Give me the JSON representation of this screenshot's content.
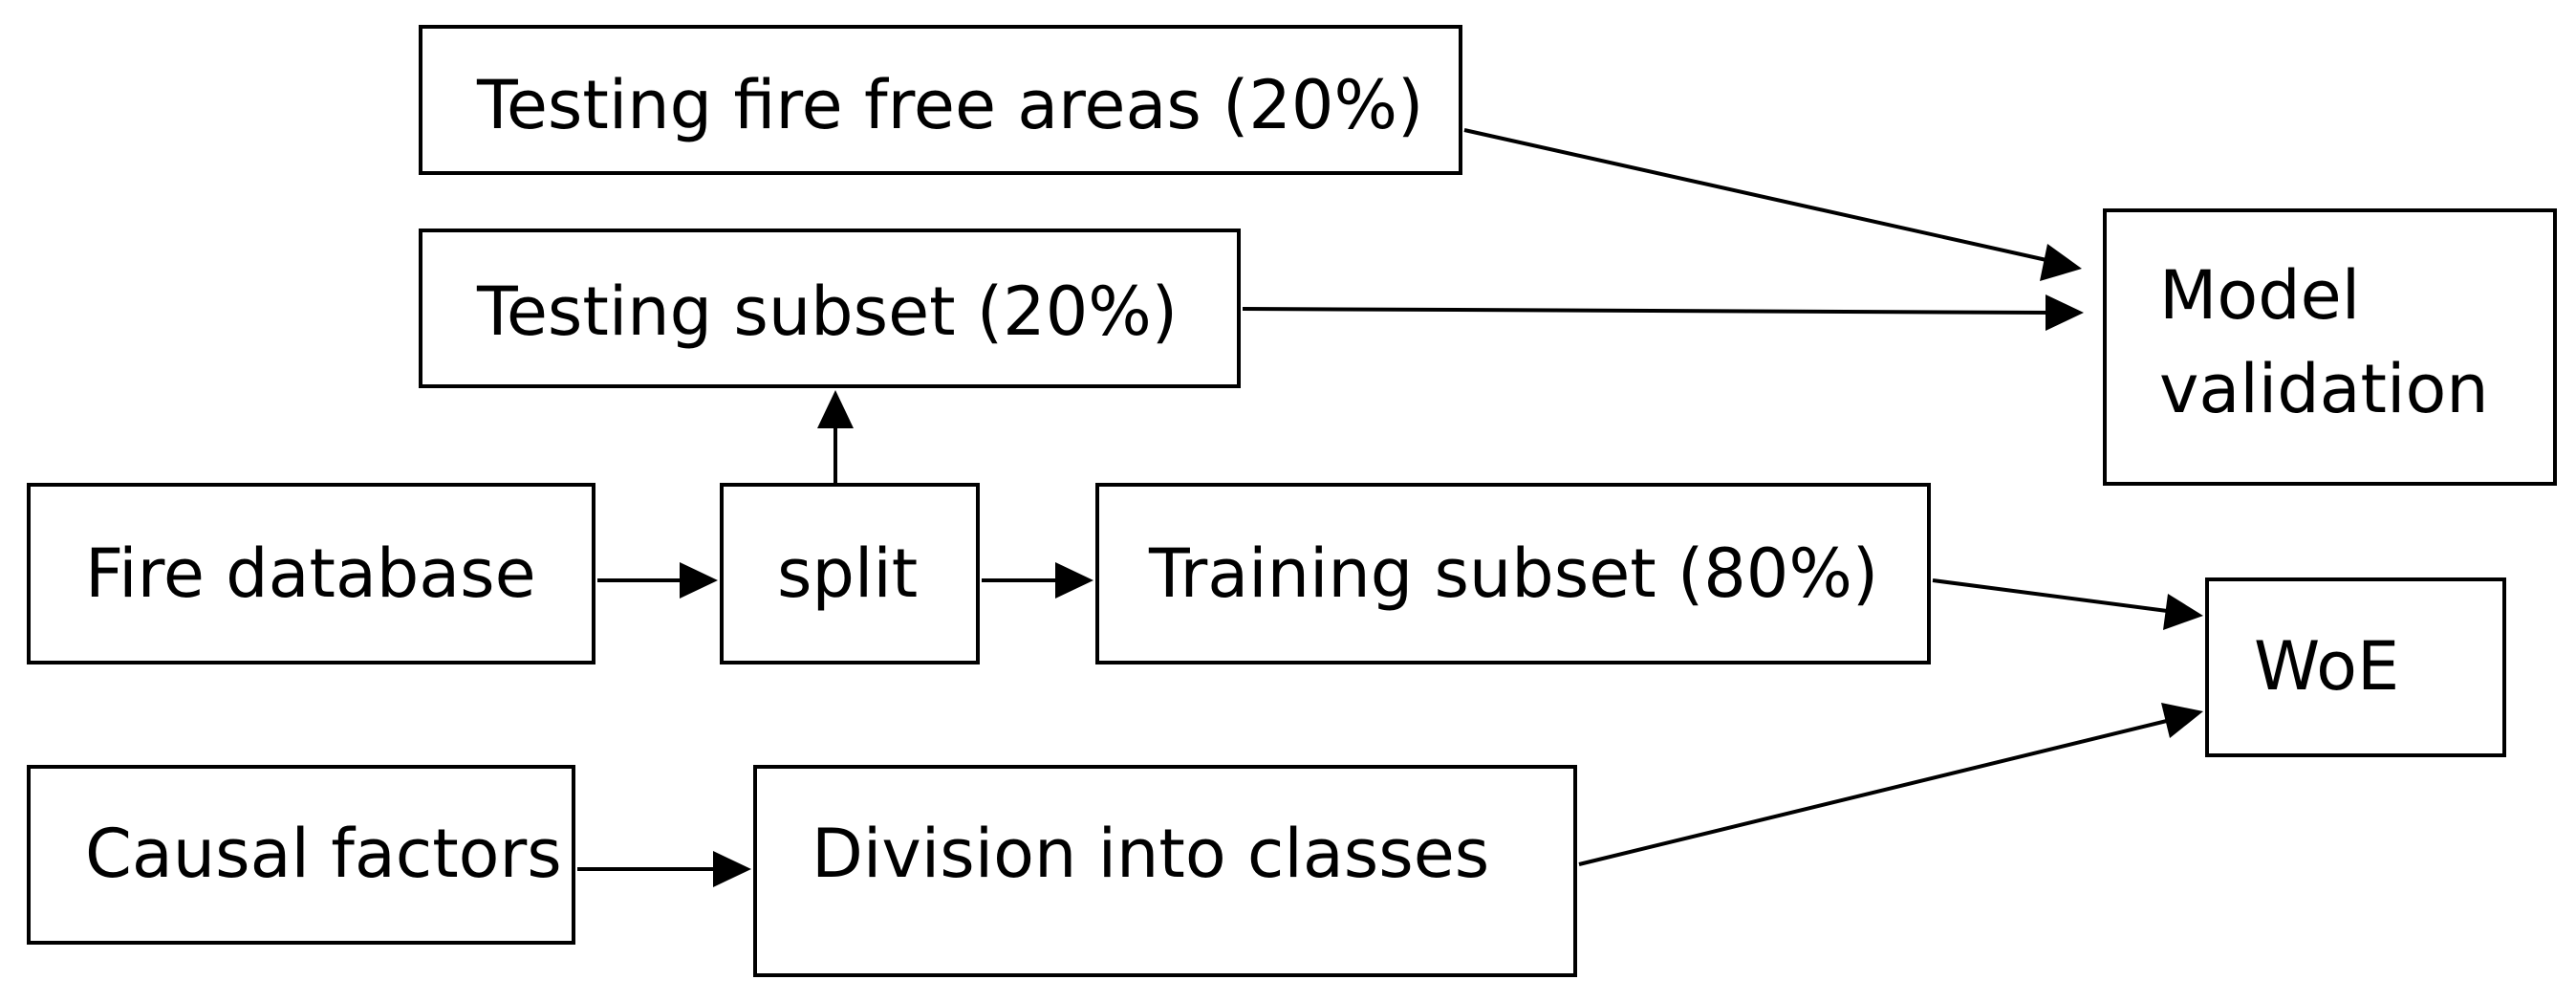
{
  "nodes": {
    "testing_fire_free": "Testing fire free areas (20%)",
    "testing_subset": "Testing subset (20%)",
    "model_validation_line1": "Model",
    "model_validation_line2": "validation",
    "fire_database": "Fire database",
    "split": "split",
    "training_subset": "Training subset (80%)",
    "woe": "WoE",
    "causal_factors": "Causal factors",
    "division_classes": "Division into classes"
  },
  "edges": [
    {
      "from": "testing_fire_free",
      "to": "model_validation"
    },
    {
      "from": "testing_subset",
      "to": "model_validation"
    },
    {
      "from": "split",
      "to": "testing_subset"
    },
    {
      "from": "fire_database",
      "to": "split"
    },
    {
      "from": "split",
      "to": "training_subset"
    },
    {
      "from": "training_subset",
      "to": "woe"
    },
    {
      "from": "causal_factors",
      "to": "division_classes"
    },
    {
      "from": "division_classes",
      "to": "woe"
    }
  ],
  "colors": {
    "stroke": "#000000",
    "fill": "#ffffff",
    "text": "#000000"
  }
}
